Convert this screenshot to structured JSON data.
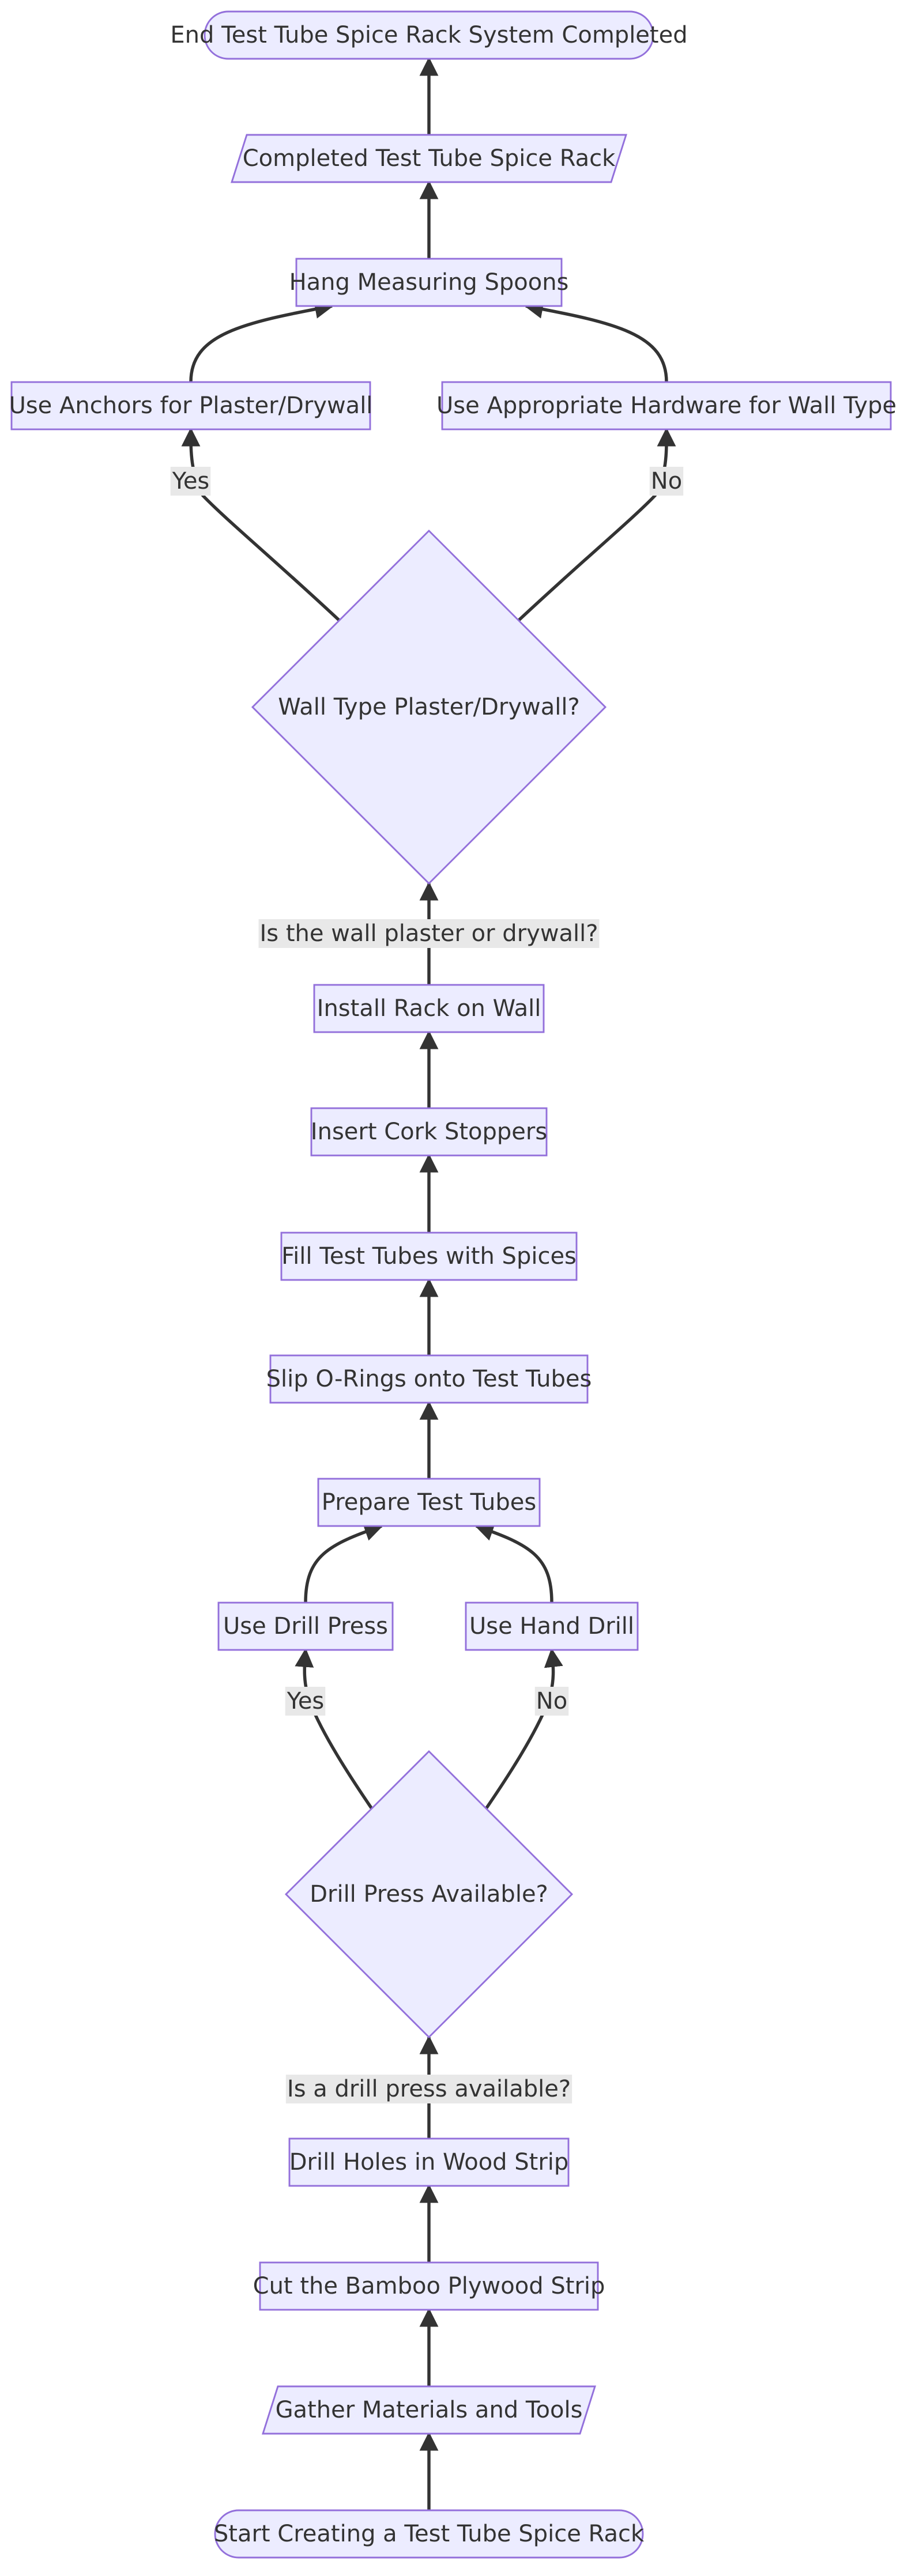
{
  "diagram": {
    "nodes": {
      "end": {
        "label": "End Test Tube Spice Rack System Completed",
        "shape": "stadium"
      },
      "completed": {
        "label": "Completed Test Tube Spice Rack",
        "shape": "parallelogram"
      },
      "hang_spoons": {
        "label": "Hang Measuring Spoons",
        "shape": "rect"
      },
      "use_anchors": {
        "label": "Use Anchors for Plaster/Drywall",
        "shape": "rect"
      },
      "use_hardware": {
        "label": "Use Appropriate Hardware for Wall Type",
        "shape": "rect"
      },
      "wall_type": {
        "label": "Wall Type Plaster/Drywall?",
        "shape": "diamond"
      },
      "install_rack": {
        "label": "Install Rack on Wall",
        "shape": "rect"
      },
      "insert_cork": {
        "label": "Insert Cork Stoppers",
        "shape": "rect"
      },
      "fill_tubes": {
        "label": "Fill Test Tubes with Spices",
        "shape": "rect"
      },
      "slip_orings": {
        "label": "Slip O-Rings onto Test Tubes",
        "shape": "rect"
      },
      "prepare_tubes": {
        "label": "Prepare Test Tubes",
        "shape": "rect"
      },
      "use_drill_press": {
        "label": "Use Drill Press",
        "shape": "rect"
      },
      "use_hand_drill": {
        "label": "Use Hand Drill",
        "shape": "rect"
      },
      "drill_press_q": {
        "label": "Drill Press Available?",
        "shape": "diamond"
      },
      "drill_holes": {
        "label": "Drill Holes in Wood Strip",
        "shape": "rect"
      },
      "cut_strip": {
        "label": "Cut the Bamboo Plywood Strip",
        "shape": "rect"
      },
      "gather": {
        "label": "Gather Materials and Tools",
        "shape": "parallelogram"
      },
      "start": {
        "label": "Start Creating a Test Tube Spice Rack",
        "shape": "stadium"
      }
    },
    "edges": [
      {
        "from": "start",
        "to": "gather",
        "label": ""
      },
      {
        "from": "gather",
        "to": "cut_strip",
        "label": ""
      },
      {
        "from": "cut_strip",
        "to": "drill_holes",
        "label": ""
      },
      {
        "from": "drill_holes",
        "to": "drill_press_q",
        "label": "Is a drill press available?"
      },
      {
        "from": "drill_press_q",
        "to": "use_drill_press",
        "label": "Yes"
      },
      {
        "from": "drill_press_q",
        "to": "use_hand_drill",
        "label": "No"
      },
      {
        "from": "use_drill_press",
        "to": "prepare_tubes",
        "label": ""
      },
      {
        "from": "use_hand_drill",
        "to": "prepare_tubes",
        "label": ""
      },
      {
        "from": "prepare_tubes",
        "to": "slip_orings",
        "label": ""
      },
      {
        "from": "slip_orings",
        "to": "fill_tubes",
        "label": ""
      },
      {
        "from": "fill_tubes",
        "to": "insert_cork",
        "label": ""
      },
      {
        "from": "insert_cork",
        "to": "install_rack",
        "label": ""
      },
      {
        "from": "install_rack",
        "to": "wall_type",
        "label": "Is the wall plaster or drywall?"
      },
      {
        "from": "wall_type",
        "to": "use_anchors",
        "label": "Yes"
      },
      {
        "from": "wall_type",
        "to": "use_hardware",
        "label": "No"
      },
      {
        "from": "use_anchors",
        "to": "hang_spoons",
        "label": ""
      },
      {
        "from": "use_hardware",
        "to": "hang_spoons",
        "label": ""
      },
      {
        "from": "hang_spoons",
        "to": "completed",
        "label": ""
      },
      {
        "from": "completed",
        "to": "end",
        "label": ""
      }
    ],
    "colors": {
      "node_fill": "#ECECFF",
      "node_stroke": "#9370DB",
      "edge": "#333333",
      "text": "#333333",
      "edge_label_bg": "#e8e8e8"
    }
  }
}
